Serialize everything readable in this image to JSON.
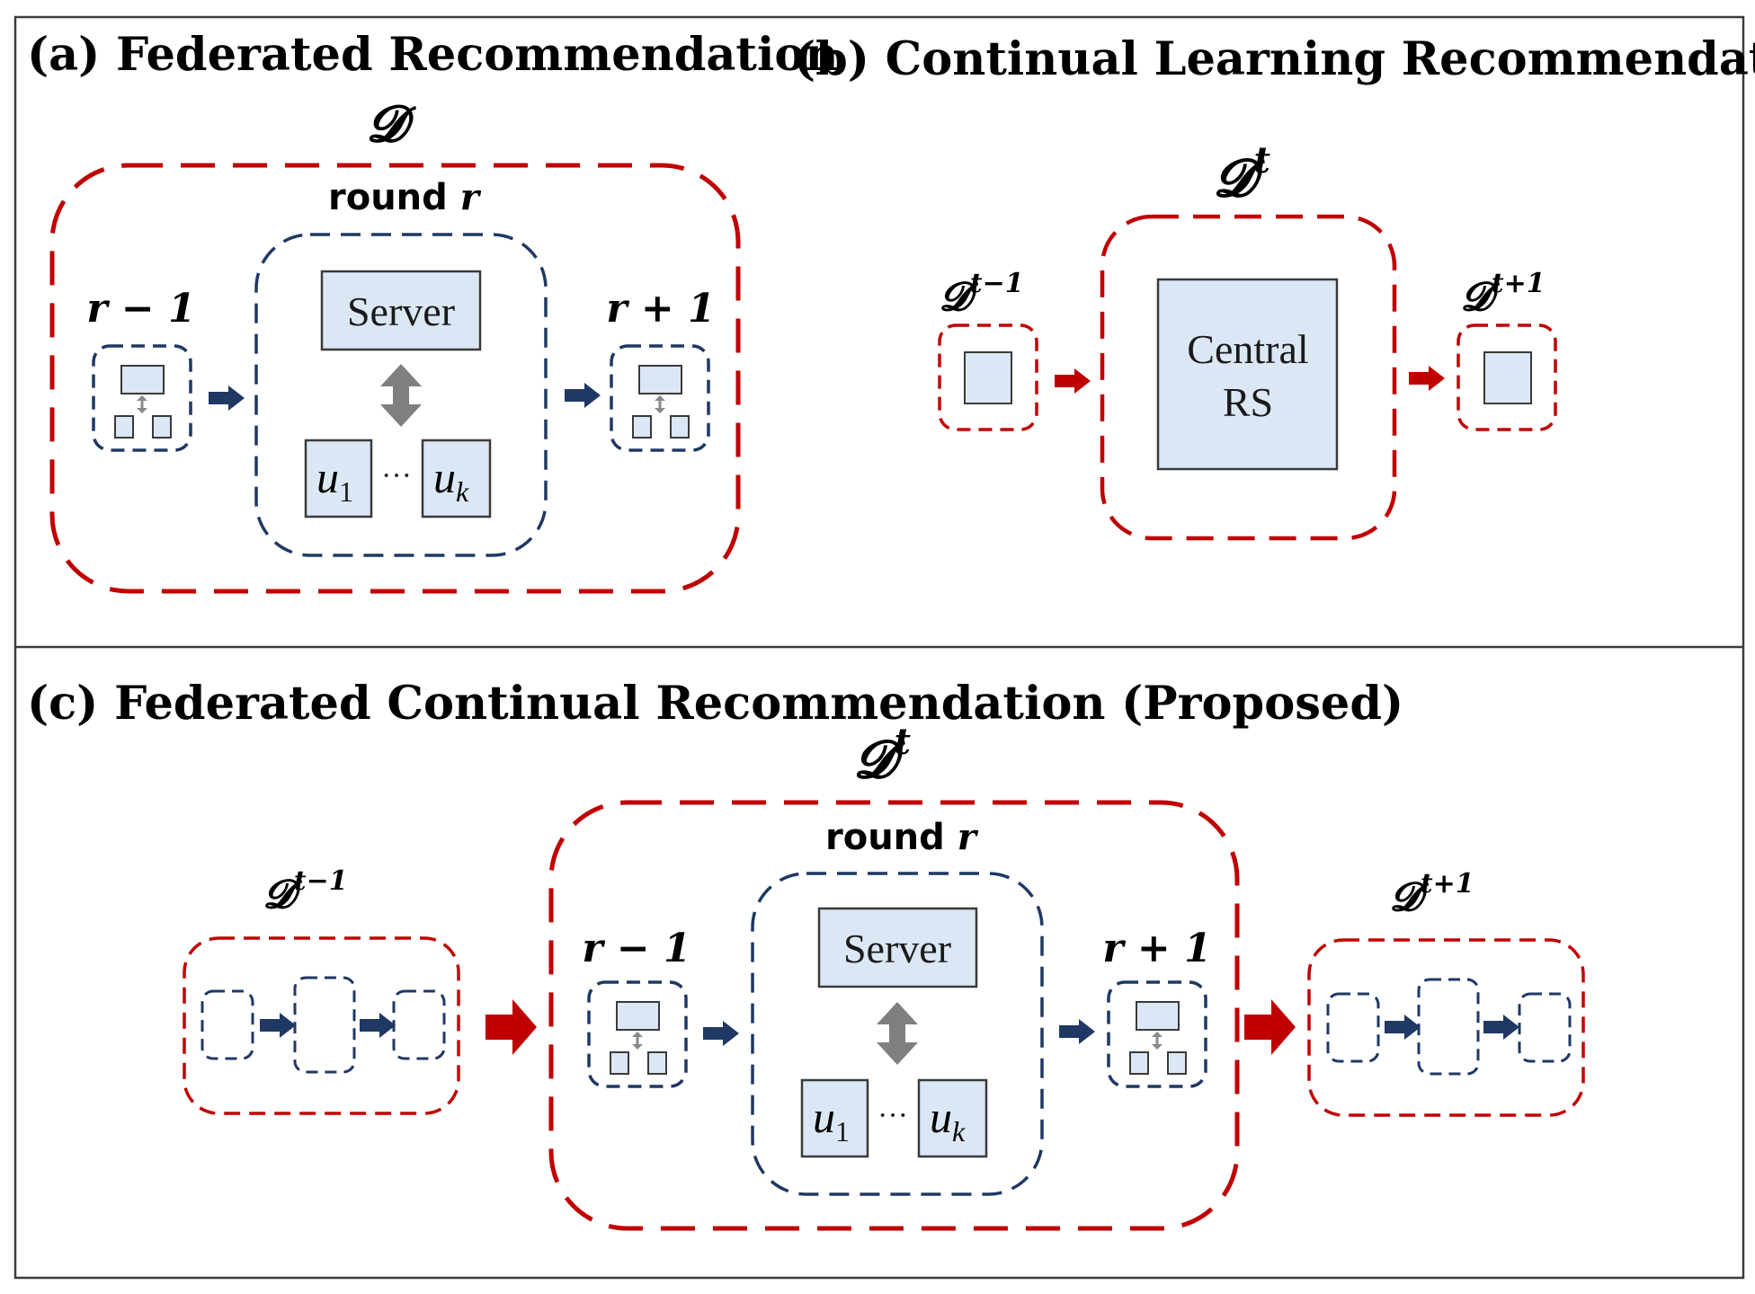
{
  "colors": {
    "red": "#c00000",
    "navy": "#1f3864",
    "box_fill": "#dbe7f4",
    "gray_arrow": "#7f7f7f"
  },
  "panel_a": {
    "title": "(a) Federated Recommendation",
    "dataset_symbol": "𝓓",
    "round_label": "round ",
    "round_var": "r",
    "prev_round": "r − 1",
    "next_round": "r + 1",
    "server_label": "Server",
    "client_first": "u",
    "client_first_sub": "1",
    "ellipsis": "···",
    "client_last": "u",
    "client_last_sub": "k"
  },
  "panel_b": {
    "title": "(b) Continual Learning Recommendation",
    "dataset_symbol": "𝓓",
    "dataset_sup": "t",
    "prev_symbol": "𝓓",
    "prev_sup": "t−1",
    "next_symbol": "𝓓",
    "next_sup": "t+1",
    "central_line1": "Central",
    "central_line2": "RS"
  },
  "panel_c": {
    "title": "(c) Federated Continual Recommendation (Proposed)",
    "dataset_symbol": "𝓓",
    "dataset_sup": "t",
    "prev_symbol": "𝓓",
    "prev_sup": "t−1",
    "next_symbol": "𝓓",
    "next_sup": "t+1",
    "round_label": "round ",
    "round_var": "r",
    "prev_round": "r − 1",
    "next_round": "r + 1",
    "server_label": "Server",
    "client_first": "u",
    "client_first_sub": "1",
    "ellipsis": "···",
    "client_last": "u",
    "client_last_sub": "k"
  }
}
